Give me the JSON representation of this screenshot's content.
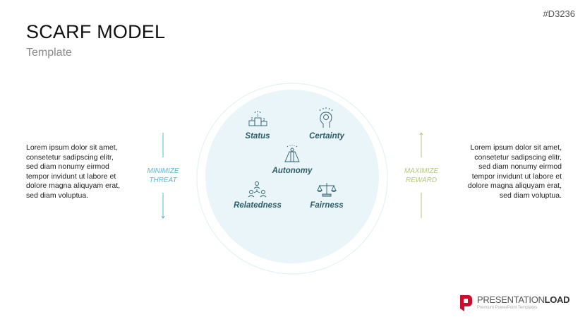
{
  "header": {
    "code": "#D3236",
    "title": "SCARF MODEL",
    "subtitle": "Template"
  },
  "left": {
    "text": "Lorem ipsum dolor sit amet, consetetur sadipscing elitr, sed diam nonumy eirmod tempor invidunt ut labore et dolore magna aliquyam erat, sed diam voluptua.",
    "arrow_label_1": "MINIMIZE",
    "arrow_label_2": "THREAT",
    "color": "#5ab8d3"
  },
  "right": {
    "text": "Lorem ipsum dolor sit amet, consetetur sadipscing elitr, sed diam nonumy eirmod tempor invidunt ut labore et dolore magna aliquyam erat, sed diam voluptua.",
    "arrow_label_1": "MAXIMIZE",
    "arrow_label_2": "REWARD",
    "color": "#b3c67f"
  },
  "factors": [
    {
      "label": "Status",
      "icon": "podium-icon"
    },
    {
      "label": "Certainty",
      "icon": "brain-head-icon"
    },
    {
      "label": "Autonomy",
      "icon": "person-cape-icon"
    },
    {
      "label": "Relatedness",
      "icon": "people-network-icon"
    },
    {
      "label": "Fairness",
      "icon": "scales-icon"
    }
  ],
  "colors": {
    "circle_fill": "#e9f5f8",
    "factor_text": "#2c5d69",
    "brand_red": "#c8102e"
  },
  "logo": {
    "name_light": "PRESENTATION",
    "name_bold": "LOAD",
    "tagline": "Premium PowerPoint Templates"
  }
}
